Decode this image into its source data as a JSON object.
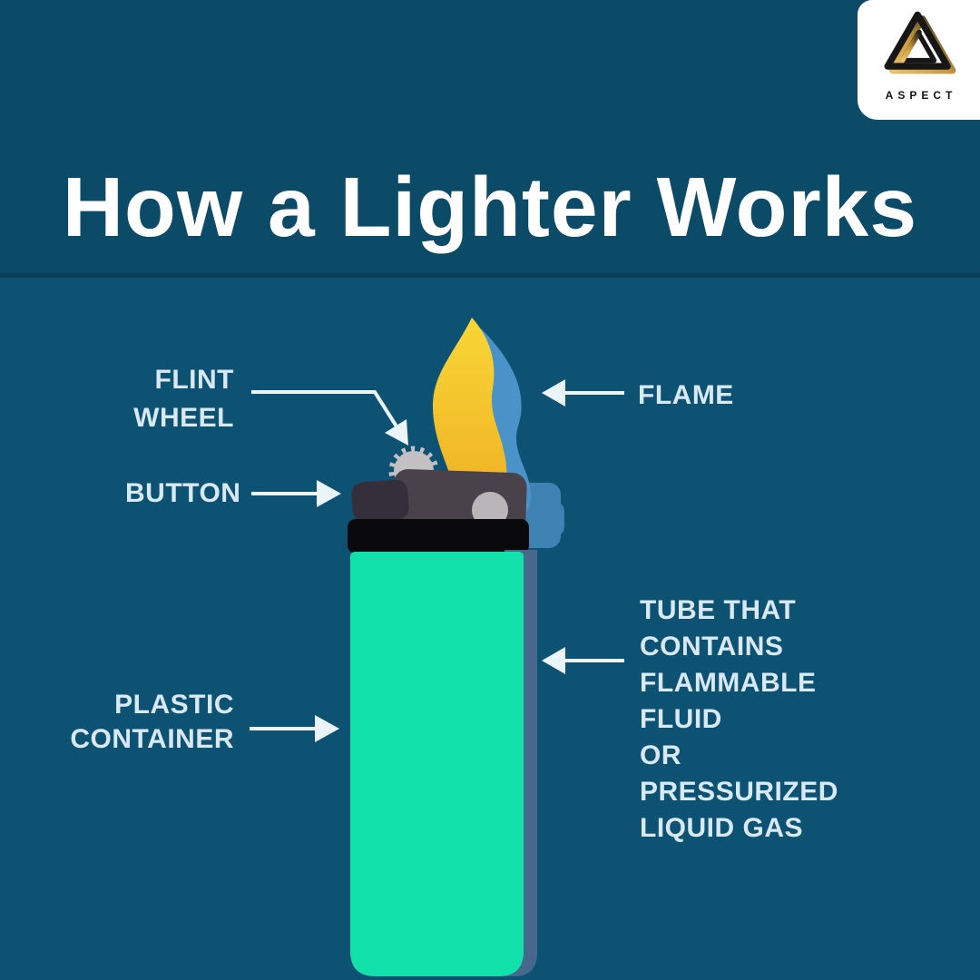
{
  "brand": {
    "name": "ASPECT",
    "logo_icon": "aspect-triangle-logo",
    "card_bg": "#ffffff",
    "text_color": "#141414",
    "accent_gold": "#c99a3c"
  },
  "header": {
    "title": "How a Lighter Works",
    "text_color": "#ffffff",
    "band_bg": "#0c4b68"
  },
  "diagram": {
    "bg": "#0d5173",
    "label_color": "#d9e9f3",
    "arrow_color": "#eaf4f9",
    "labels": {
      "flint_wheel": {
        "line1": "FLINT",
        "line2": "WHEEL"
      },
      "button": {
        "line1": "BUTTON"
      },
      "flame": {
        "line1": "FLAME"
      },
      "plastic_container": {
        "line1": "PLASTIC",
        "line2": "CONTAINER"
      },
      "tube": {
        "line1": "TUBE THAT",
        "line2": "CONTAINS",
        "line3": "FLAMMABLE FLUID",
        "line4": "OR PRESSURIZED",
        "line5": "LIQUID GAS"
      }
    },
    "lighter": {
      "body_color": "#13e1ac",
      "collar_color": "#0a0a0c",
      "hood_color": "#4a424b",
      "lever_color": "#352e3b",
      "wheel_color": "#c3c0c4",
      "valve_color": "#b9b5b9",
      "body_shadow_color": "#47688d",
      "top_shadow_color": "#3e82b4",
      "flame_yellow": "#f8cf2d",
      "flame_yellow_deep": "#edb023",
      "flame_blue": "#4a93c8"
    }
  }
}
